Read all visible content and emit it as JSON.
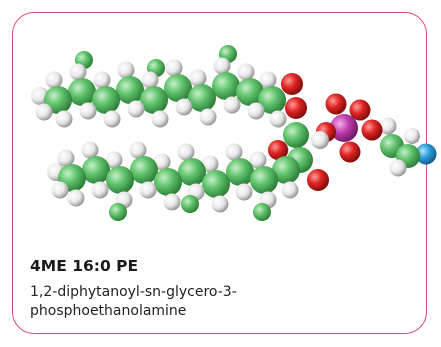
{
  "card": {
    "border_color": "#d9457f"
  },
  "molecule": {
    "description_icon": "space-filling-lipid-molecule",
    "atom_colors": {
      "carbon": "#4fb85c",
      "hydrogen": "#f2f2f2",
      "oxygen": "#d81e1e",
      "phosphorus": "#b83aa8",
      "nitrogen": "#2b9fd6"
    }
  },
  "compound": {
    "name": "4ME 16:0 PE",
    "chemical_name": "1,2-diphytanoyl-sn-glycero-3-phosphoethanolamine"
  }
}
